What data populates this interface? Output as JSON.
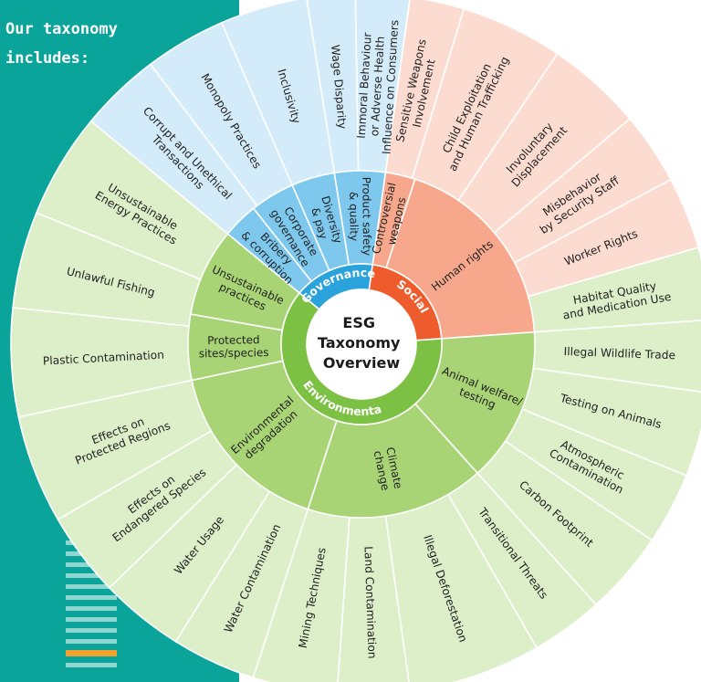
{
  "panel": {
    "title_line1": "Our taxonomy",
    "title_line2": "includes:"
  },
  "center": {
    "line1": "ESG",
    "line2": "Taxonomy",
    "line3": "Overview"
  },
  "pillars": [
    {
      "label": "Governance",
      "color": "#2aa3dc"
    },
    {
      "label": "Social",
      "color": "#ee5b2d"
    },
    {
      "label": "Environmental",
      "color": "#7cc143"
    }
  ],
  "categories": [
    {
      "pillar": "Governance",
      "label": [
        "Bribery",
        "& corruption"
      ]
    },
    {
      "pillar": "Governance",
      "label": [
        "Corporate",
        "governance"
      ]
    },
    {
      "pillar": "Governance",
      "label": [
        "Diversity",
        "& pay"
      ]
    },
    {
      "pillar": "Governance",
      "label": [
        "Product safety",
        "& quality"
      ]
    },
    {
      "pillar": "Social",
      "label": [
        "Controversial",
        "weapons"
      ]
    },
    {
      "pillar": "Social",
      "label": [
        "Human rights"
      ]
    },
    {
      "pillar": "Environmental",
      "label": [
        "Animal welfare/",
        "testing"
      ]
    },
    {
      "pillar": "Environmental",
      "label": [
        "Climate",
        "change"
      ]
    },
    {
      "pillar": "Environmental",
      "label": [
        "Environmental",
        "degradation"
      ]
    },
    {
      "pillar": "Environmental",
      "label": [
        "Protected",
        "sites/species"
      ]
    },
    {
      "pillar": "Environmental",
      "label": [
        "Unsustainable",
        "practices"
      ]
    }
  ],
  "topics": [
    {
      "pillar": "Governance",
      "label": [
        "Corrupt and Unethical",
        "Transactions"
      ]
    },
    {
      "pillar": "Governance",
      "label": [
        "Monopoly Practices"
      ]
    },
    {
      "pillar": "Governance",
      "label": [
        "Inclusivity"
      ]
    },
    {
      "pillar": "Governance",
      "label": [
        "Wage Disparity"
      ]
    },
    {
      "pillar": "Governance",
      "label": [
        "Immoral Behaviour",
        "or Adverse Health",
        "Influence on Consumers"
      ]
    },
    {
      "pillar": "Social",
      "label": [
        "Sensitive Weapons",
        "Involvement"
      ]
    },
    {
      "pillar": "Social",
      "label": [
        "Child Exploitation",
        "and Human Trafficking"
      ]
    },
    {
      "pillar": "Social",
      "label": [
        "Involuntary",
        "Displacement"
      ]
    },
    {
      "pillar": "Social",
      "label": [
        "Misbehavior",
        "by Security Staff"
      ]
    },
    {
      "pillar": "Social",
      "label": [
        "Worker Rights"
      ]
    },
    {
      "pillar": "Environmental",
      "label": [
        "Habitat Quality",
        "and Medication Use"
      ]
    },
    {
      "pillar": "Environmental",
      "label": [
        "Illegal Wildlife Trade"
      ]
    },
    {
      "pillar": "Environmental",
      "label": [
        "Testing on Animals"
      ]
    },
    {
      "pillar": "Environmental",
      "label": [
        "Atmospheric",
        "Contamination"
      ]
    },
    {
      "pillar": "Environmental",
      "label": [
        "Carbon Footprint"
      ]
    },
    {
      "pillar": "Environmental",
      "label": [
        "Transitional Threats"
      ]
    },
    {
      "pillar": "Environmental",
      "label": [
        "Illegal Deforestation"
      ]
    },
    {
      "pillar": "Environmental",
      "label": [
        "Land Contamination"
      ]
    },
    {
      "pillar": "Environmental",
      "label": [
        "Mining Techniques"
      ]
    },
    {
      "pillar": "Environmental",
      "label": [
        "Water Contamination"
      ]
    },
    {
      "pillar": "Environmental",
      "label": [
        "Water Usage"
      ]
    },
    {
      "pillar": "Environmental",
      "label": [
        "Effects on",
        "Endangered Species"
      ]
    },
    {
      "pillar": "Environmental",
      "label": [
        "Effects on",
        "Protected Regions"
      ]
    },
    {
      "pillar": "Environmental",
      "label": [
        "Plastic Contamination"
      ]
    },
    {
      "pillar": "Environmental",
      "label": [
        "Unlawful Fishing"
      ]
    },
    {
      "pillar": "Environmental",
      "label": [
        "Unsustainable",
        "Energy Practices"
      ]
    }
  ],
  "colors": {
    "panel_bg": "#0aa49a",
    "gov_pillar": "#2aa3dc",
    "gov_cat": "#7ec8ee",
    "gov_topic": "#d4ecf9",
    "soc_pillar": "#ee5b2d",
    "soc_cat": "#f7a88c",
    "soc_topic": "#fcdcd0",
    "env_pillar": "#7cc143",
    "env_cat": "#a8d475",
    "env_topic": "#dcefc8",
    "accent_stripe": "#f2a22c"
  }
}
